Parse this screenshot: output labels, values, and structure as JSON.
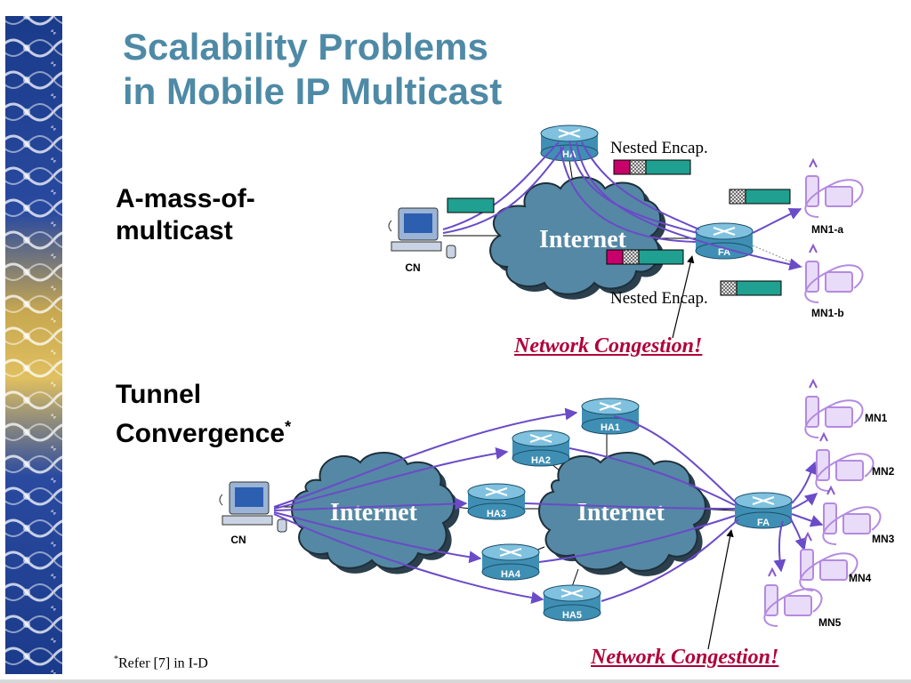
{
  "slide": {
    "title_line1": "Scalability Problems",
    "title_line2": "in Mobile IP Multicast",
    "section1": {
      "line1": "A-mass-of-",
      "line2": "multicast"
    },
    "section2": {
      "line1": "Tunnel",
      "line2": "Convergence",
      "marker": "*"
    },
    "footnote": {
      "marker": "*",
      "text": "Refer [7] in I-D"
    }
  },
  "diagram1": {
    "cloud_label": "Internet",
    "cn_label": "CN",
    "ha_label": "HA",
    "fa_label": "FA",
    "mn_labels": [
      "MN1-a",
      "MN1-b"
    ],
    "encap_top": "Nested Encap.",
    "encap_bottom": "Nested Encap.",
    "congestion": "Network Congestion!"
  },
  "diagram2": {
    "cloud_left_label": "Internet",
    "cloud_right_label": "Internet",
    "cn_label": "CN",
    "ha_labels": [
      "HA1",
      "HA2",
      "HA3",
      "HA4",
      "HA5"
    ],
    "fa_label": "FA",
    "mn_labels": [
      "MN1",
      "MN2",
      "MN3",
      "MN4",
      "MN5"
    ],
    "congestion": "Network Congestion!"
  },
  "colors": {
    "title": "#4e8aa6",
    "cloud": "#5588a4",
    "router": "#3f8fb4",
    "tunnel": "#6a4bc8",
    "phone": "#b48ae0",
    "packet_teal": "#20a090",
    "packet_magenta": "#c8006a",
    "congestion": "#b0003a"
  }
}
